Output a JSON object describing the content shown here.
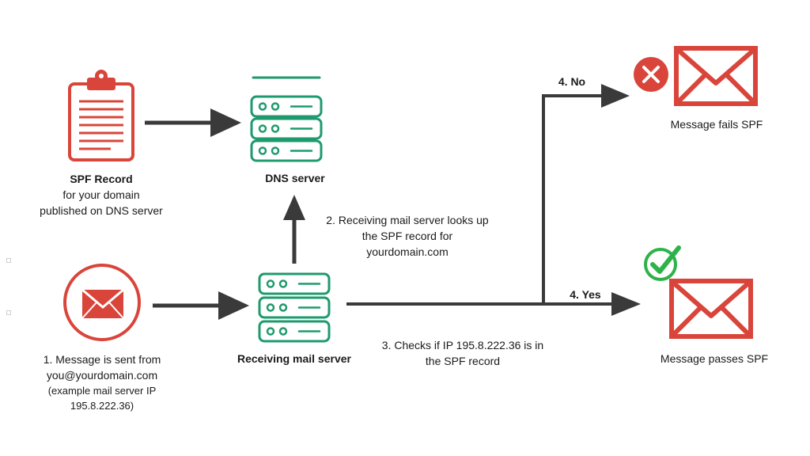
{
  "colors": {
    "red": "#d9453a",
    "green": "#1f9a6e",
    "check": "#2db34a",
    "arrow": "#3a3a3a"
  },
  "spf_record": {
    "title": "SPF Record",
    "line1": "for your domain",
    "line2": "published on DNS server",
    "icon": "clipboard-icon"
  },
  "dns_server": {
    "label": "DNS server",
    "icon": "server-icon"
  },
  "sender": {
    "line1": "1. Message is sent from",
    "line2": "you@yourdomain.com",
    "line3": "(example mail server IP",
    "line4": "195.8.222.36)",
    "icon": "envelope-circle-icon"
  },
  "receiving_server": {
    "label": "Receiving mail server",
    "icon": "server-icon"
  },
  "lookup": {
    "line1": "2. Receiving mail server looks up",
    "line2": "the SPF record for",
    "line3": "yourdomain.com"
  },
  "check": {
    "line1": "3. Checks if IP 195.8.222.36 is in",
    "line2": "the SPF record"
  },
  "branch_no": {
    "label": "4. No",
    "result": "Message fails SPF",
    "icon": "x-circle-icon"
  },
  "branch_yes": {
    "label": "4. Yes",
    "result": "Message passes SPF",
    "icon": "checkmark-icon"
  }
}
